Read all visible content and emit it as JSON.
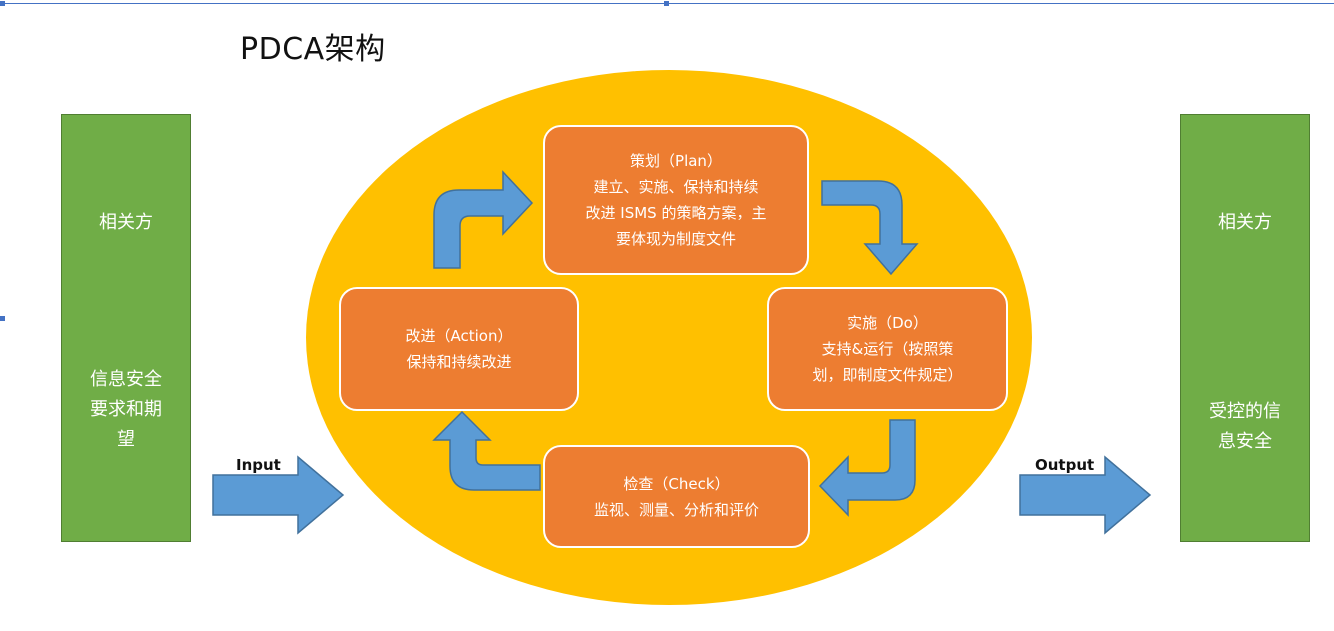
{
  "title": "PDCA架构",
  "left_box": {
    "top_text": "相关方",
    "bottom_lines": [
      "信息安全",
      "要求和期",
      "望"
    ]
  },
  "right_box": {
    "top_text": "相关方",
    "bottom_lines": [
      "受控的信",
      "息安全"
    ]
  },
  "input_label": "Input",
  "output_label": "Output",
  "plan": {
    "lines": [
      "策划（Plan）",
      "建立、实施、保持和持续",
      "改进 ISMS 的策略方案，主",
      "要体现为制度文件"
    ]
  },
  "do": {
    "lines": [
      "实施（Do）",
      "支持&运行（按照策",
      "划，即制度文件规定）"
    ]
  },
  "check": {
    "lines": [
      "检查（Check）",
      "监视、测量、分析和评价"
    ]
  },
  "action": {
    "lines": [
      "改进（Action）",
      "保持和持续改进"
    ]
  },
  "colors": {
    "stakeholder_green": "#70AD47",
    "cycle_yellow": "#FFC000",
    "phase_orange": "#ED7D31",
    "arrow_blue": "#5B9BD5"
  }
}
